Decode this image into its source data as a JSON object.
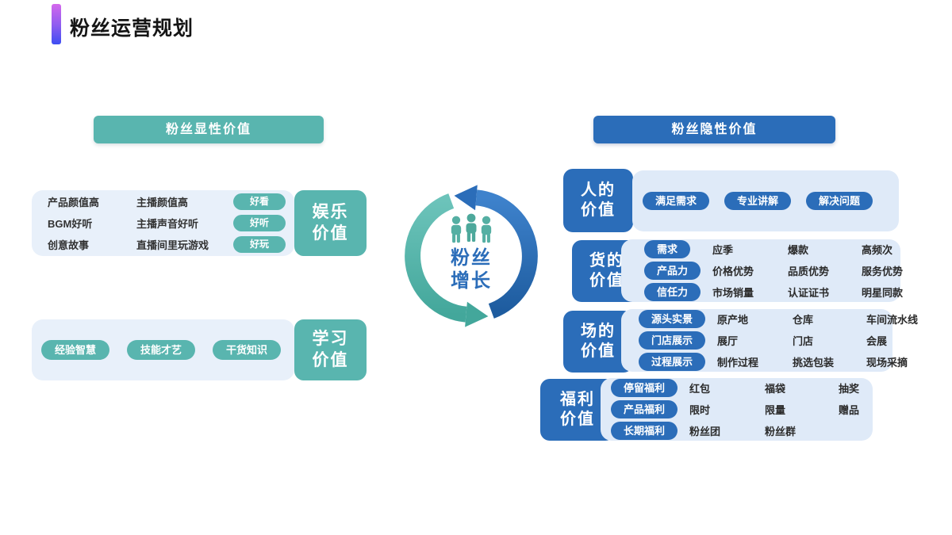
{
  "title": "粉丝运营规划",
  "colors": {
    "teal": "#59b5af",
    "blue": "#2b6db9",
    "panel_left": "#e8f0fa",
    "panel_right": "#dfeaf8",
    "accent_top": "#d468ec",
    "accent_bottom": "#3d4ef2"
  },
  "left": {
    "header": "粉丝显性价值",
    "entertainment": {
      "label_line1": "娱乐",
      "label_line2": "价值",
      "rows": [
        {
          "col1": "产品颜值高",
          "col2": "主播颜值高",
          "tag": "好看"
        },
        {
          "col1": "BGM好听",
          "col2": "主播声音好听",
          "tag": "好听"
        },
        {
          "col1": "创意故事",
          "col2": "直播间里玩游戏",
          "tag": "好玩"
        }
      ]
    },
    "learning": {
      "label_line1": "学习",
      "label_line2": "价值",
      "pills": [
        "经验智慧",
        "技能才艺",
        "干货知识"
      ]
    }
  },
  "center": {
    "icon": "people-icon",
    "line1": "粉丝",
    "line2": "增长"
  },
  "right": {
    "header": "粉丝隐性价值",
    "rows": [
      {
        "label_line1": "人的",
        "label_line2": "价值",
        "pills": [
          "满足需求",
          "专业讲解",
          "解决问题"
        ],
        "grid": []
      },
      {
        "label_line1": "货的",
        "label_line2": "价值",
        "pills": [
          "需求",
          "产品力",
          "信任力"
        ],
        "grid": [
          [
            "应季",
            "爆款",
            "高频次"
          ],
          [
            "价格优势",
            "品质优势",
            "服务优势"
          ],
          [
            "市场销量",
            "认证证书",
            "明星同款"
          ]
        ]
      },
      {
        "label_line1": "场的",
        "label_line2": "价值",
        "pills": [
          "源头实景",
          "门店展示",
          "过程展示"
        ],
        "grid": [
          [
            "原产地",
            "仓库",
            "车间流水线"
          ],
          [
            "展厅",
            "门店",
            "会展"
          ],
          [
            "制作过程",
            "挑选包装",
            "现场采摘"
          ]
        ]
      },
      {
        "label_line1": "福利",
        "label_line2": "价值",
        "pills": [
          "停留福利",
          "产品福利",
          "长期福利"
        ],
        "grid": [
          [
            "红包",
            "福袋",
            "抽奖"
          ],
          [
            "限时",
            "限量",
            "赠品"
          ],
          [
            "粉丝团",
            "粉丝群",
            ""
          ]
        ]
      }
    ]
  }
}
